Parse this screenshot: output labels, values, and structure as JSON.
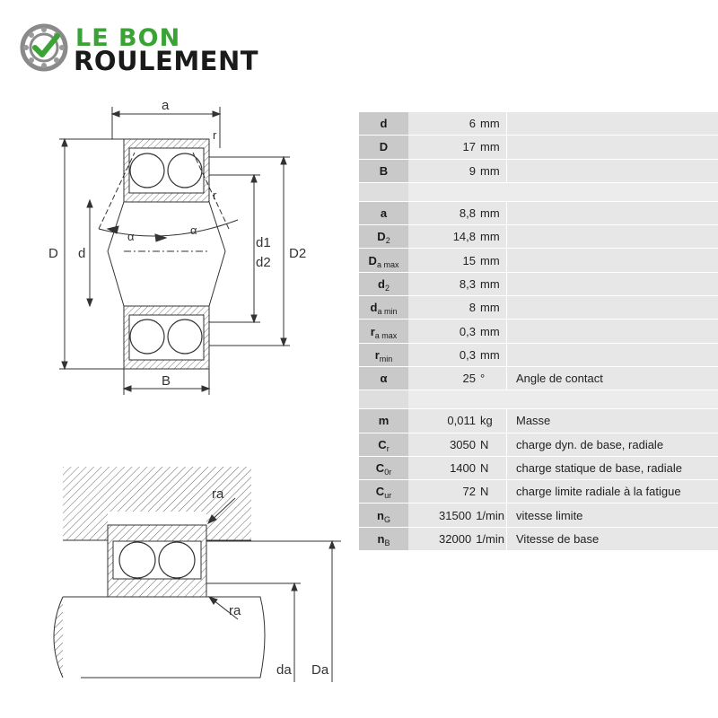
{
  "brand": {
    "line1": "LE BON",
    "line2": "ROULEMENT",
    "accent": "#3aa335",
    "icon": "bearing-check-icon"
  },
  "diagram_top": {
    "labels": {
      "a": "a",
      "r1": "r",
      "r2": "r",
      "D": "D",
      "d": "d",
      "alpha1": "α",
      "alpha2": "α",
      "d1": "d1",
      "d2": "d2",
      "D2": "D2",
      "B": "B"
    }
  },
  "diagram_bottom": {
    "labels": {
      "ra1": "ra",
      "ra2": "ra",
      "da": "da",
      "Da": "Da"
    }
  },
  "specs": {
    "group1": [
      {
        "sym": "d",
        "sub": "",
        "value": "6",
        "unit": "mm",
        "desc": ""
      },
      {
        "sym": "D",
        "sub": "",
        "value": "17",
        "unit": "mm",
        "desc": ""
      },
      {
        "sym": "B",
        "sub": "",
        "value": "9",
        "unit": "mm",
        "desc": ""
      }
    ],
    "group2": [
      {
        "sym": "a",
        "sub": "",
        "value": "8,8",
        "unit": "mm",
        "desc": ""
      },
      {
        "sym": "D",
        "sub": "2",
        "value": "14,8",
        "unit": "mm",
        "desc": ""
      },
      {
        "sym": "D",
        "sub": "a max",
        "value": "15",
        "unit": "mm",
        "desc": ""
      },
      {
        "sym": "d",
        "sub": "2",
        "value": "8,3",
        "unit": "mm",
        "desc": ""
      },
      {
        "sym": "d",
        "sub": "a min",
        "value": "8",
        "unit": "mm",
        "desc": ""
      },
      {
        "sym": "r",
        "sub": "a max",
        "value": "0,3",
        "unit": "mm",
        "desc": ""
      },
      {
        "sym": "r",
        "sub": "min",
        "value": "0,3",
        "unit": "mm",
        "desc": ""
      },
      {
        "sym": "α",
        "sub": "",
        "value": "25",
        "unit": "°",
        "desc": "Angle de contact"
      }
    ],
    "group3": [
      {
        "sym": "m",
        "sub": "",
        "value": "0,011",
        "unit": "kg",
        "desc": "Masse"
      },
      {
        "sym": "C",
        "sub": "r",
        "value": "3050",
        "unit": "N",
        "desc": "charge dyn. de base, radiale"
      },
      {
        "sym": "C",
        "sub": "0r",
        "value": "1400",
        "unit": "N",
        "desc": "charge statique de base, radiale"
      },
      {
        "sym": "C",
        "sub": "ur",
        "value": "72",
        "unit": "N",
        "desc": "charge limite radiale à la fatigue"
      },
      {
        "sym": "n",
        "sub": "G",
        "value": "31500",
        "unit": "1/min",
        "desc": "vitesse limite"
      },
      {
        "sym": "n",
        "sub": "B",
        "value": "32000",
        "unit": "1/min",
        "desc": "Vitesse de base"
      }
    ]
  }
}
